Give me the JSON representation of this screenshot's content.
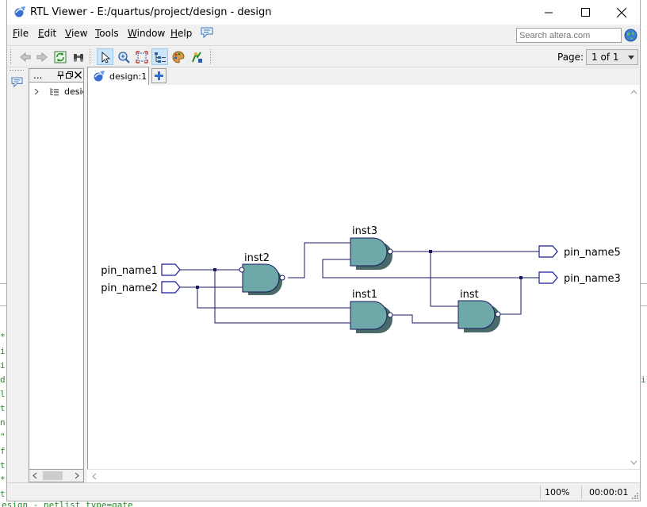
{
  "window": {
    "title": "RTL Viewer - E:/quartus/project/design - design"
  },
  "menu": {
    "items": [
      {
        "label": "File",
        "underline": "F"
      },
      {
        "label": "Edit",
        "underline": "E"
      },
      {
        "label": "View",
        "underline": "V"
      },
      {
        "label": "Tools",
        "underline": "T"
      },
      {
        "label": "Window",
        "underline": "W"
      },
      {
        "label": "Help",
        "underline": "H"
      }
    ]
  },
  "search": {
    "placeholder": "Search altera.com"
  },
  "toolbar": {
    "page_label": "Page:",
    "page_value": "1 of 1"
  },
  "hierarchy": {
    "header_label": "...",
    "tree_item_label": "design"
  },
  "tabs": [
    {
      "label": "design:1"
    }
  ],
  "schematic": {
    "input_pins": [
      "pin_name1",
      "pin_name2"
    ],
    "output_pins": [
      "pin_name5",
      "pin_name3"
    ],
    "gates": [
      "inst2",
      "inst3",
      "inst1",
      "inst"
    ],
    "gate_fill": "#6fa8a8",
    "wire_color": "#1a1a60"
  },
  "status": {
    "zoom": "100%",
    "elapsed": "00:00:01"
  },
  "background_app": {
    "left_code_chars": [
      "*",
      "i",
      "i",
      "d",
      "l",
      "t",
      "n",
      "\"",
      "f",
      "t",
      "*",
      "t"
    ],
    "right_code_chars": [
      "i"
    ],
    "bottom_text": "esign - netlist_type=gate"
  }
}
